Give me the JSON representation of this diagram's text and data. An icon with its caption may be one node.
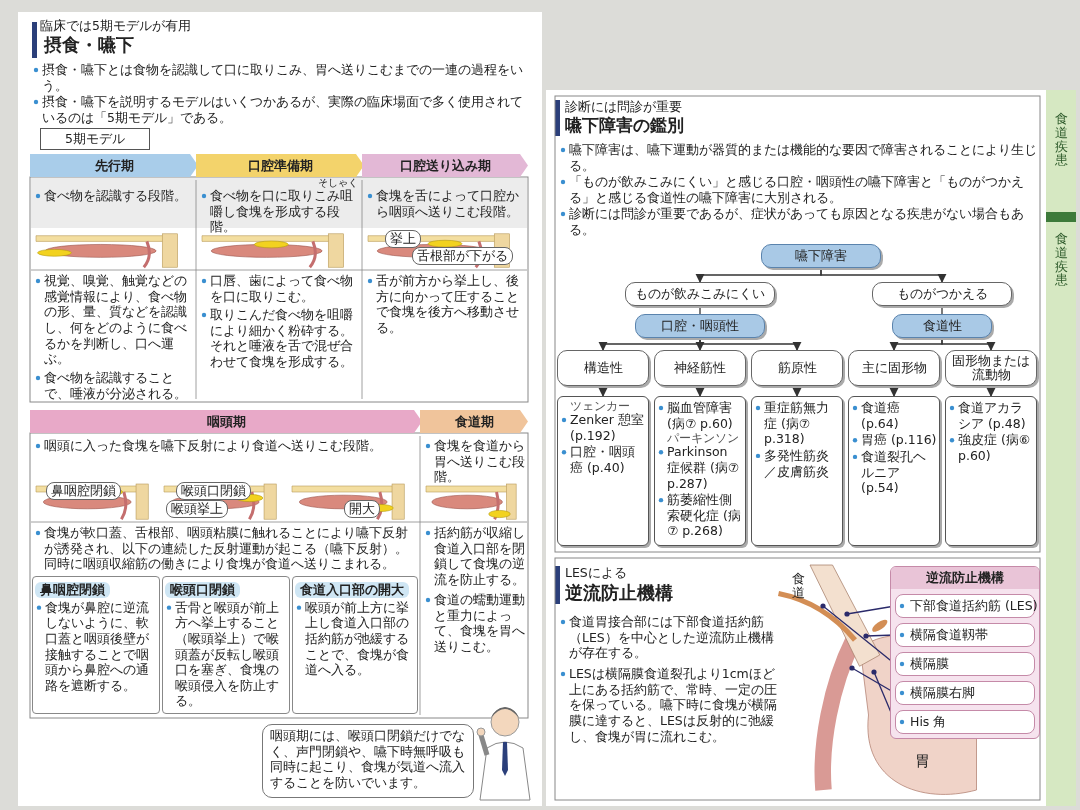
{
  "diagram": {
    "nodes": [
      {
        "text": [
          "5期モデル"
        ]
      },
      {
        "text": [
          "先行期"
        ]
      },
      {
        "text": [
          "口腔準備期"
        ]
      },
      {
        "text": [
          "口腔送り込み期"
        ]
      },
      {
        "text": [
          "咽頭期"
        ]
      },
      {
        "text": [
          "食道期"
        ]
      },
      {
        "text": [
          "鼻咽腔閉鎖",
          "食塊が鼻腔に逆流しないように、軟口蓋と咽頭後壁が接触することで咽頭から鼻腔への通路を遮断する。"
        ]
      },
      {
        "text": [
          "喉頭口閉鎖",
          "舌骨と喉頭が前上方へ挙上すること（喉頭挙上）で喉頭蓋が反転し喉頭口を塞ぎ、食塊の喉頭侵入を防止する。"
        ]
      },
      {
        "text": [
          "食道入口部の開大",
          "喉頭が前上方に挙上し食道入口部の括約筋が弛緩することで、食塊が食道へ入る。"
        ]
      },
      {
        "text": [
          "咽頭期には、喉頭口閉鎖だけでなく、声門閉鎖や、嚥下時無呼吸も同時に起こり、食塊が気道へ流入することを防いでいます。"
        ]
      },
      {
        "text": [
          "嚥下障害"
        ]
      },
      {
        "text": [
          "ものが飲みこみにくい"
        ]
      },
      {
        "text": [
          "ものがつかえる"
        ]
      },
      {
        "text": [
          "口腔・咽頭性"
        ]
      },
      {
        "text": [
          "食道性"
        ]
      },
      {
        "text": [
          "構造性"
        ]
      },
      {
        "text": [
          "神経筋性"
        ]
      },
      {
        "text": [
          "筋原性"
        ]
      },
      {
        "text": [
          "主に固形物"
        ]
      },
      {
        "text": [
          "固形物または流動物"
        ]
      },
      {
        "text": [
          "Zenker 憩室 (p.192)",
          "口腔・咽頭癌 (p.40)"
        ]
      },
      {
        "text": [
          "脳血管障害 (病⑦ p.60)",
          "Parkinson 症候群 (病⑦ p.287)",
          "筋萎縮性側索硬化症 (病⑦ p.268)"
        ]
      },
      {
        "text": [
          "重症筋無力症 (病⑦ p.318)",
          "多発性筋炎／皮膚筋炎"
        ]
      },
      {
        "text": [
          "食道癌 (p.64)",
          "胃癌 (p.116)",
          "食道裂孔ヘルニア (p.54)"
        ]
      },
      {
        "text": [
          "食道アカラシア (p.48)",
          "強皮症 (病⑥ p.60)"
        ]
      },
      {
        "text": [
          "逆流防止機構"
        ]
      },
      {
        "text": [
          "下部食道括約筋 (LES)"
        ],
        "in": 25
      },
      {
        "text": [
          "横隔食道靱帯"
        ],
        "in": 25
      },
      {
        "text": [
          "横隔膜"
        ],
        "in": 25
      },
      {
        "text": [
          "横隔膜右脚"
        ],
        "in": 25
      },
      {
        "text": [
          "His 角"
        ],
        "in": 25
      }
    ],
    "edges": [
      {
        "from": 10,
        "to": 11,
        "arrow": "to"
      },
      {
        "from": 10,
        "to": 12,
        "arrow": "to"
      },
      {
        "from": 11,
        "to": 13,
        "arrow": "none"
      },
      {
        "from": 12,
        "to": 14,
        "arrow": "none"
      },
      {
        "from": 13,
        "to": 15,
        "arrow": "to"
      },
      {
        "from": 13,
        "to": 16,
        "arrow": "to"
      },
      {
        "from": 13,
        "to": 17,
        "arrow": "to"
      },
      {
        "from": 14,
        "to": 18,
        "arrow": "to"
      },
      {
        "from": 14,
        "to": 19,
        "arrow": "to"
      },
      {
        "from": 15,
        "to": 20,
        "arrow": "to"
      },
      {
        "from": 16,
        "to": 21,
        "arrow": "to"
      },
      {
        "from": 17,
        "to": 22,
        "arrow": "to"
      },
      {
        "from": 18,
        "to": 23,
        "arrow": "to"
      },
      {
        "from": 19,
        "to": 24,
        "arrow": "to"
      },
      {
        "from": 26,
        "to": null,
        "arrow": "other"
      },
      {
        "from": 27,
        "to": null,
        "arrow": "other"
      },
      {
        "from": 28,
        "to": null,
        "arrow": "other"
      },
      {
        "from": 29,
        "to": null,
        "arrow": "other"
      },
      {
        "from": 30,
        "to": null,
        "arrow": "other"
      }
    ],
    "labels": [
      "臨床では5期モデルが有用",
      "摂食・嚥下",
      "摂食・嚥下とは食物を認識して口に取りこみ、胃へ送りこむまでの一連の過程をいう。",
      "摂食・嚥下を説明するモデルはいくつかあるが、実際の臨床場面で多く使用されているのは「5期モデル」である。",
      "食べ物を認識する段階。",
      "食べ物を口に取りこみ咀嚼し食塊を形成する段階。",
      "そしゃく",
      "食塊を舌によって口腔から咽頭へ送りこむ段階。",
      "挙上",
      "舌根部が下がる",
      "視覚、嗅覚、触覚などの感覚情報により、食べ物の形、量、質などを認識し、何をどのように食べるかを判断し、口へ運ぶ。",
      "食べ物を認識することで、唾液が分泌される。",
      "口唇、歯によって食べ物を口に取りこむ。",
      "取りこんだ食べ物を咀嚼により細かく粉砕する。それと唾液を舌で混ぜ合わせて食塊を形成する。",
      "舌が前方から挙上し、後方に向かって圧することで食塊を後方へ移動させる。",
      "咽頭に入った食塊を嚥下反射により食道へ送りこむ段階。",
      "食塊を食道から胃へ送りこむ段階。",
      "鼻咽腔閉鎖",
      "喉頭口閉鎖",
      "喉頭挙上",
      "開大",
      "食塊が軟口蓋、舌根部、咽頭粘膜に触れることにより嚥下反射が誘発され、以下の連続した反射運動が起こる（嚥下反射）。同時に咽頭収縮筋の働きにより食塊が食道へ送りこまれる。",
      "括約筋が収縮し食道入口部を閉鎖して食塊の逆流を防止する。",
      "食道の蠕動運動と重力によって、食塊を胃へ送りこむ。",
      "食道疾患",
      "食道疾患",
      "診断には問診が重要",
      "嚥下障害の鑑別",
      "嚥下障害は、嚥下運動が器質的または機能的な要因で障害されることにより生じる。",
      "「ものが飲みこみにくい」と感じる口腔・咽頭性の嚥下障害と「ものがつかえる」と感じる食道性の嚥下障害に大別される。",
      "診断には問診が重要であるが、症状があっても原因となる疾患がない場合もある。",
      "ツェンカー",
      "パーキンソン",
      "LESによる",
      "逆流防止機構",
      "食道胃接合部には下部食道括約筋（LES）を中心とした逆流防止機構が存在する。",
      "LESは横隔膜食道裂孔より1cmほど上にある括約筋で、常時、一定の圧を保っている。嚥下時に食塊が横隔膜に達すると、LESは反射的に弛緩し、食塊が胃に流れこむ。",
      "食道",
      "胃"
    ]
  }
}
